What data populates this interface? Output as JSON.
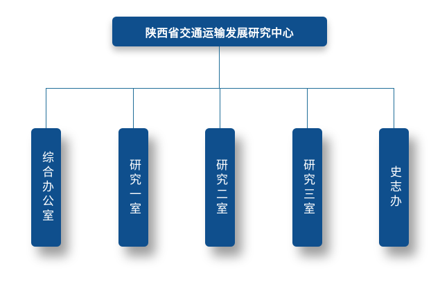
{
  "root": {
    "label": "陕西省交通运输发展研究中心"
  },
  "departments": [
    {
      "label": "综合办公室"
    },
    {
      "label": "研究一室"
    },
    {
      "label": "研究二室"
    },
    {
      "label": "研究三室"
    },
    {
      "label": "史志办"
    }
  ],
  "colors": {
    "box_fill": "#0f4f8d",
    "connector": "#1f6d98",
    "text": "#ffffff"
  }
}
